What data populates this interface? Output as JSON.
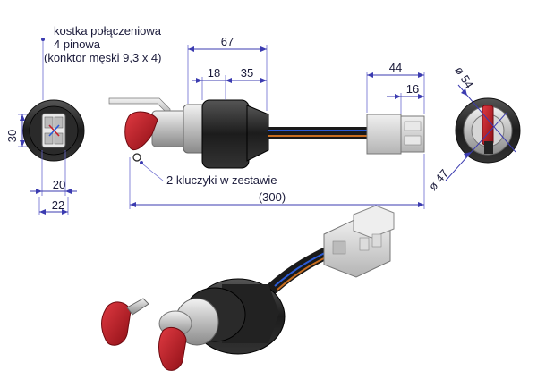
{
  "labels": {
    "connector_line1": "kostka połączeniowa",
    "connector_line2": "4 pinowa",
    "connector_line3": "(konktor męski 9,3 x 4)",
    "keys_note": "2 kluczyki w zestawie"
  },
  "dimensions": {
    "d67": "67",
    "d18": "18",
    "d35": "35",
    "d44": "44",
    "d16": "16",
    "d54": "ø 54",
    "d47": "ø 47",
    "d30": "30",
    "d20": "20",
    "d22": "22",
    "d300": "(300)"
  },
  "colors": {
    "dimension": "#3b3bb0",
    "key_red": "#c8202a",
    "body_dark": "#222222",
    "metal": "#c9c9c9",
    "connector": "#d8d8d8"
  }
}
